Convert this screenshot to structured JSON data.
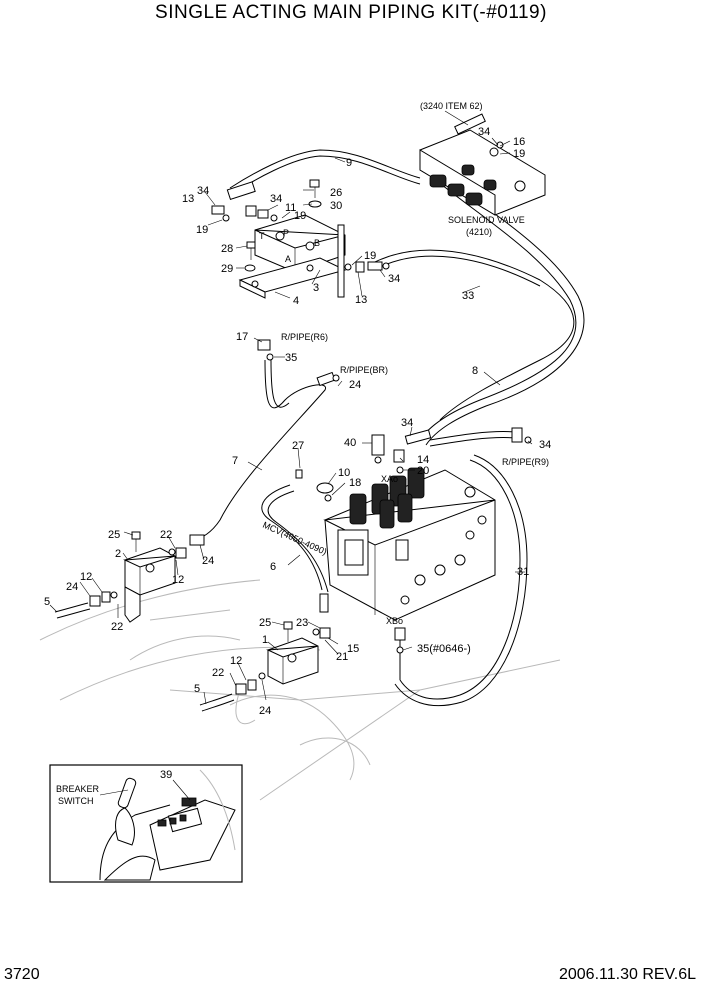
{
  "title": "SINGLE ACTING MAIN PIPING KIT(-#0119)",
  "page_number": "3720",
  "footer_date_rev": "2006.11.30  REV.6L",
  "labels": {
    "ref_3240": "(3240 ITEM 62)",
    "solenoid_valve": "SOLENOID VALVE",
    "solenoid_ref": "(4210)",
    "rpipe_r6": "R/PIPE(R6)",
    "rpipe_br": "R/PIPE(BR)",
    "rpipe_r9": "R/PIPE(R9)",
    "mcv": "MCV(4050-4090)",
    "xa": "XAo",
    "xb": "XBo",
    "port_t": "T",
    "port_p": "P",
    "port_a": "A",
    "port_b": "B",
    "breaker_line1": "BREAKER",
    "breaker_line2": "SWITCH",
    "item_35_note": "35(#0646-)"
  },
  "callouts": {
    "n1": "1",
    "n2": "2",
    "n3": "3",
    "n4": "4",
    "n5a": "5",
    "n5b": "5",
    "n6": "6",
    "n7": "7",
    "n8": "8",
    "n9": "9",
    "n10": "10",
    "n11": "11",
    "n12a": "12",
    "n12b": "12",
    "n12c": "12",
    "n13a": "13",
    "n13b": "13",
    "n14": "14",
    "n15": "15",
    "n16": "16",
    "n17": "17",
    "n18": "18",
    "n19a": "19",
    "n19b": "19",
    "n19c": "19",
    "n19d": "19",
    "n20": "20",
    "n21": "21",
    "n22a": "22",
    "n22b": "22",
    "n22c": "22",
    "n23": "23",
    "n24a": "24",
    "n24b": "24",
    "n24c": "24",
    "n24d": "24",
    "n25a": "25",
    "n25b": "25",
    "n26": "26",
    "n27": "27",
    "n28": "28",
    "n29": "29",
    "n30": "30",
    "n31": "31",
    "n33": "33",
    "n34a": "34",
    "n34b": "34",
    "n34c": "34",
    "n34d": "34",
    "n34e": "34",
    "n34f": "34",
    "n35": "35",
    "n39": "39",
    "n40": "40"
  }
}
